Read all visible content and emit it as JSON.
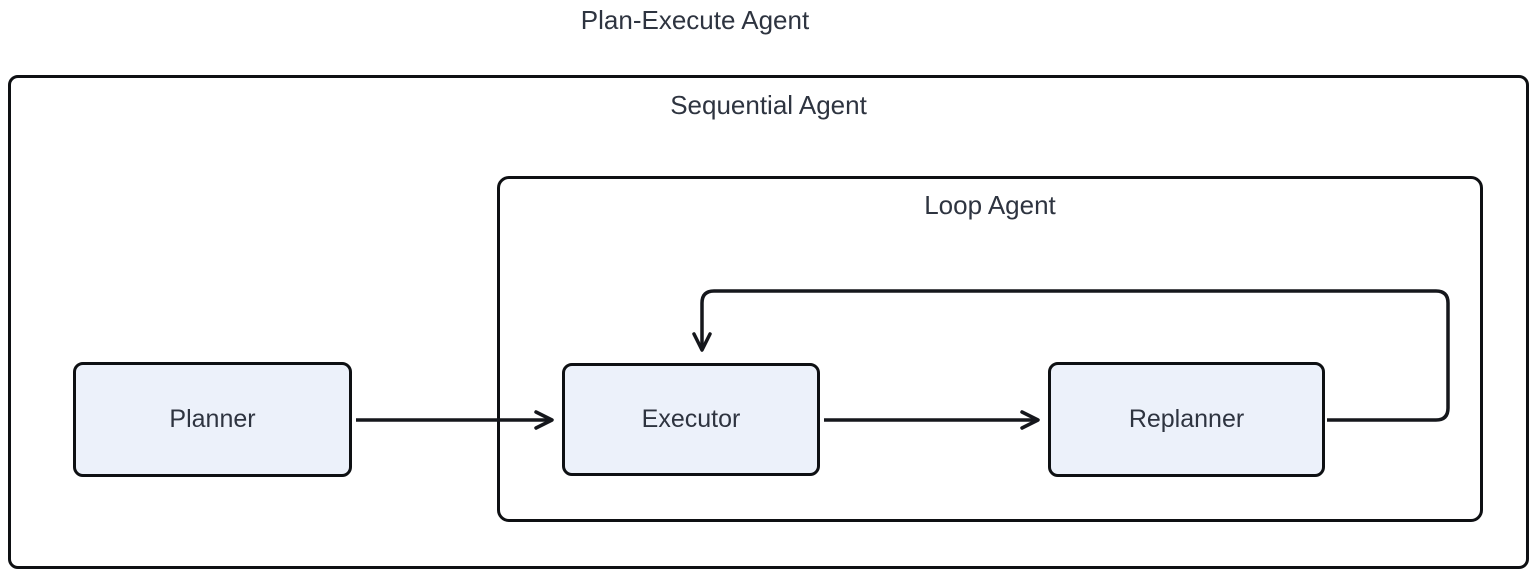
{
  "diagram": {
    "title": "Plan-Execute Agent",
    "containers": {
      "sequential": {
        "label": "Sequential Agent"
      },
      "loop": {
        "label": "Loop Agent"
      }
    },
    "nodes": {
      "planner": {
        "label": "Planner"
      },
      "executor": {
        "label": "Executor"
      },
      "replanner": {
        "label": "Replanner"
      }
    },
    "edges": [
      {
        "from": "Planner",
        "to": "Executor",
        "type": "straight"
      },
      {
        "from": "Executor",
        "to": "Replanner",
        "type": "straight"
      },
      {
        "from": "Replanner",
        "to": "Executor",
        "type": "loop-back"
      }
    ],
    "colors": {
      "background": "#FFFFFF",
      "node_fill": "#ECF1FA",
      "border": "#0E1013",
      "arrow": "#15171C",
      "text": "#2E3440"
    }
  }
}
